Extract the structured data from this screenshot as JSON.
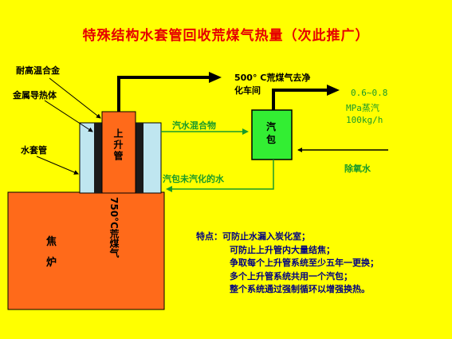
{
  "title": "特殊结构水套管回收荒煤气热量（次此推广）",
  "labels": {
    "alloy": "耐高温合金",
    "metal_conductor": "金属导热体",
    "water_jacket": "水套管",
    "riser": "上升管",
    "coke_oven_1": "焦",
    "coke_oven_2": "炉",
    "raw_gas_temp": "750°C荒煤气",
    "gas_out_line1": "500° C荒煤气去净",
    "gas_out_line2": "化车间",
    "steam_water_mix": "汽水混合物",
    "steam_drum": "汽包",
    "steam_line1": "0.6~0.8",
    "steam_line2": "MPa蒸汽",
    "steam_line3": "100kg/h",
    "deaerated_water": "除氧水",
    "drum_return_water": "汽包未汽化的水"
  },
  "features": {
    "heading": "特点：",
    "items": [
      "可防止水漏入炭化室；",
      "可防止上升管内大量结焦；",
      "争取每个上升管系统至少五年一更换；",
      "多个上升管系统共用一个汽包；",
      "整个系统通过强制循环以增强换热。"
    ]
  },
  "colors": {
    "background": "#ffff00",
    "oven": "#ff6a1a",
    "riser": "#ff6a1a",
    "water_jacket": "#bfe6f0",
    "steam_drum": "#33ee33",
    "pipe_green": "#1a9a2a",
    "title": "#e60000",
    "features_text": "#000080"
  }
}
